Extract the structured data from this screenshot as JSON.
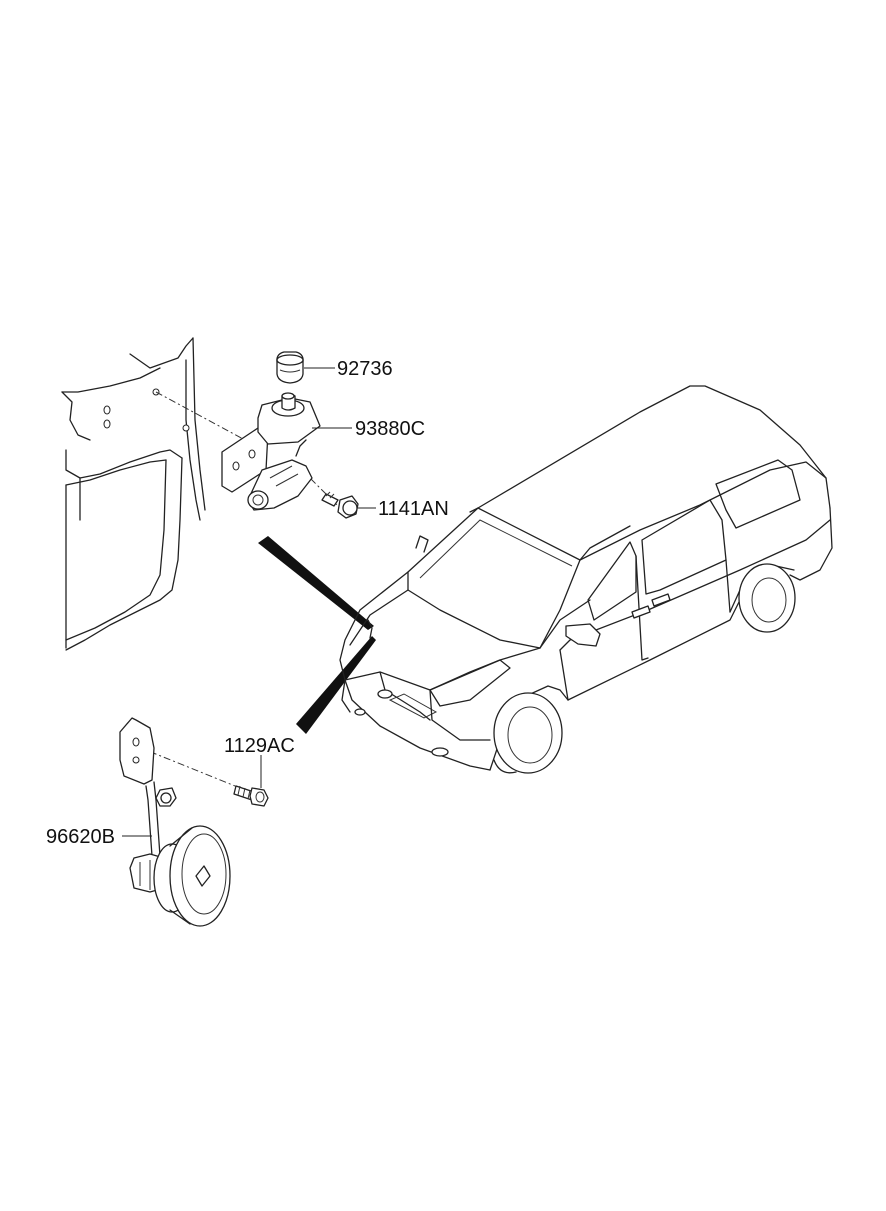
{
  "parts": [
    {
      "id": "part-92736",
      "label": "92736"
    },
    {
      "id": "part-93880c",
      "label": "93880C"
    },
    {
      "id": "part-1141an",
      "label": "1141AN"
    },
    {
      "id": "part-1129ac",
      "label": "1129AC"
    },
    {
      "id": "part-96620b",
      "label": "96620B"
    }
  ]
}
